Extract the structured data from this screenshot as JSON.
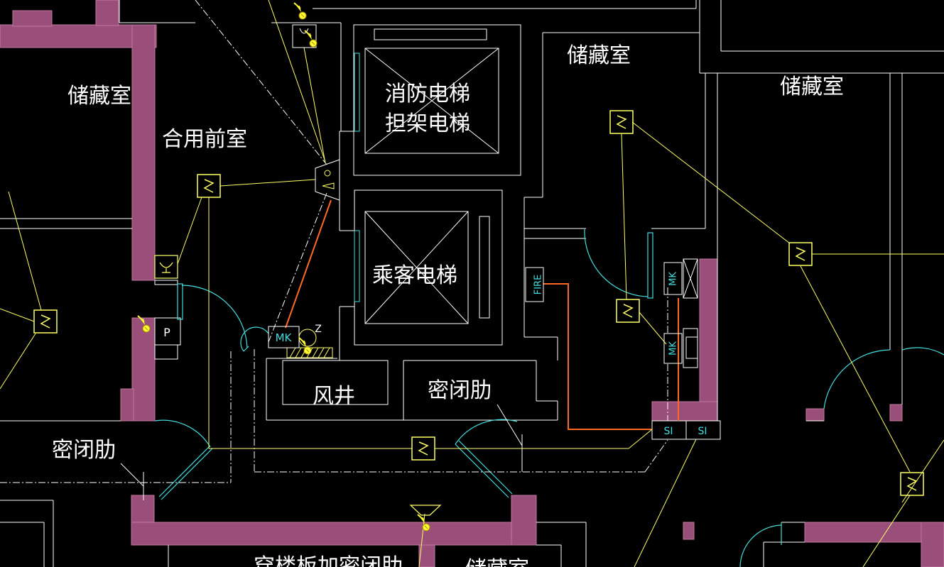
{
  "drawing": {
    "colors": {
      "background": "#000000",
      "wall_fill": "#9a4f7a",
      "line_white": "#ffffff",
      "line_yellow": "#ffff66",
      "line_cyan": "#44dddd",
      "line_orange": "#ff6a22",
      "device_text": "#44dddd",
      "label_text": "#ffffff"
    },
    "room_labels": {
      "storage_left": "储藏室",
      "storage_center": "储藏室",
      "storage_right": "储藏室",
      "shared_lobby": "合用前室",
      "fire_elevator_line1": "消防电梯",
      "fire_elevator_line2": "担架电梯",
      "passenger_elevator": "乘客电梯",
      "air_shaft": "风井",
      "airtight_rib_center": "密闭肋",
      "airtight_rib_left": "密闭肋",
      "stair_slab_rib": "穿楼板加密闭肋",
      "bottom_right_partial": "储藏室"
    },
    "device_labels": {
      "fire_panel": "FIRE",
      "mk_left": "MK",
      "mk_right_top": "MK",
      "mk_right_bottom": "MK",
      "si_left": "SI",
      "si_right": "SI",
      "pump": "P",
      "z_marker": "Z"
    },
    "icons": [
      "lighting-switch-icon",
      "smoke-detector-icon",
      "horn-icon",
      "cable-tag-icon"
    ]
  }
}
